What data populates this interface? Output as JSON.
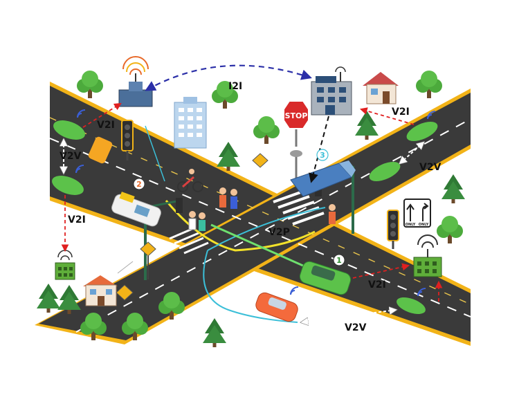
{
  "labels": {
    "i2i": "I2I",
    "v2i_top_left": "V2I",
    "v2i_top_right": "V2I",
    "v2v_left": "V2V",
    "v2i_left": "V2I",
    "v2p": "V2P",
    "v2v_right": "V2V",
    "v2i_bottom_right": "V2I",
    "v2v_bottom": "V2V"
  },
  "badges": {
    "one": "1",
    "two": "2",
    "three": "3"
  },
  "signs": {
    "stop": "STOP",
    "only_left": "ONLY",
    "only_right": "ONLY"
  },
  "colors": {
    "road": "#3a3a3a",
    "road_edge": "#f2b318",
    "lane_mark": "#ffffff",
    "arrow_red": "#e02020",
    "arrow_blue": "#2b2fa8",
    "arrow_black": "#111111",
    "arrow_white": "#ffffff",
    "tree_green": "#4caa3c",
    "pine_green": "#2f7a35",
    "car_green": "#5cc24a",
    "car_orange": "#f46a3c",
    "car_blue": "#4a7fc0"
  }
}
